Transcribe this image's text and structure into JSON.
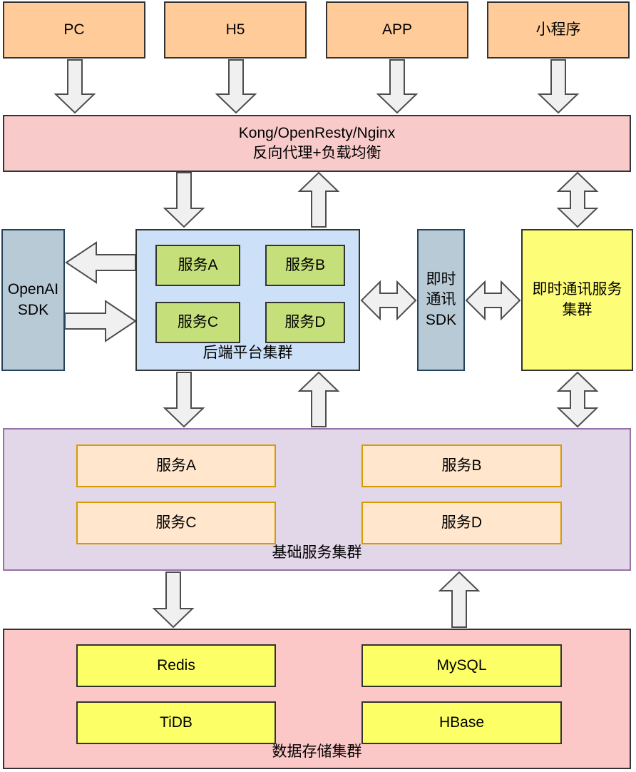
{
  "diagram": {
    "clients": [
      {
        "label": "PC"
      },
      {
        "label": "H5"
      },
      {
        "label": "APP"
      },
      {
        "label": "小程序"
      }
    ],
    "gateway": {
      "line1": "Kong/OpenResty/Nginx",
      "line2": "反向代理+负载均衡"
    },
    "openai_sdk": {
      "label": "OpenAI SDK"
    },
    "backend_platform": {
      "title": "后端平台集群",
      "services": [
        "服务A",
        "服务B",
        "服务C",
        "服务D"
      ]
    },
    "im_sdk": {
      "label": "即时通讯SDK"
    },
    "im_cluster": {
      "label": "即时通讯服务集群"
    },
    "base_services": {
      "title": "基础服务集群",
      "services": [
        "服务A",
        "服务B",
        "服务C",
        "服务D"
      ]
    },
    "data_storage": {
      "title": "数据存储集群",
      "stores": [
        "Redis",
        "MySQL",
        "TiDB",
        "HBase"
      ]
    }
  },
  "colors": {
    "client_fill": "#ffcc99",
    "gateway_fill": "#f8cbca",
    "sdk_fill": "#b8cad5",
    "sdk_border": "#23445c",
    "platform_fill": "#cce1f7",
    "service_green": "#c5e07a",
    "im_fill": "#fdfd77",
    "purple_fill": "#e2d6e9",
    "purple_border": "#9673a6",
    "orange_fill": "#ffe6cc",
    "orange_border": "#d79b00",
    "storage_fill": "#fbc7c7",
    "yellow_fill": "#fdff66",
    "line": "#333333",
    "arrow_fill": "#f0f0f0",
    "arrow_stroke": "#4d4d4d"
  }
}
